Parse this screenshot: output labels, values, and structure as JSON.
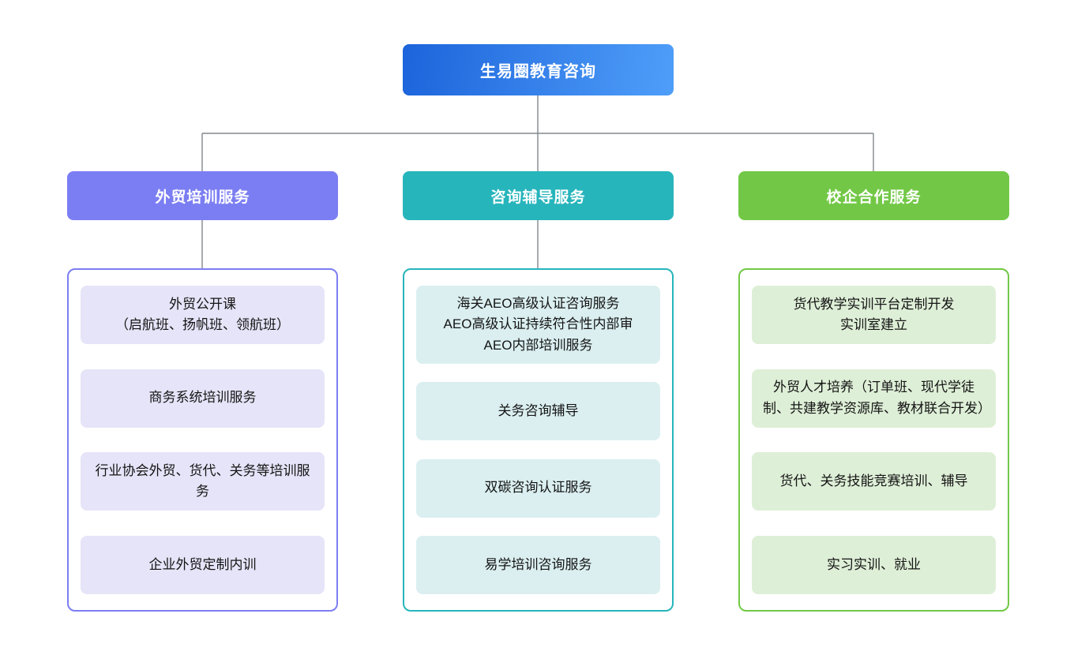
{
  "root": {
    "label": "生易圈教育咨询"
  },
  "branches": [
    {
      "label": "外贸培训服务",
      "items": [
        "外贸公开课\n（启航班、扬帆班、领航班）",
        "商务系统培训服务",
        "行业协会外贸、货代、关务等培训服务",
        "企业外贸定制内训"
      ]
    },
    {
      "label": "咨询辅导服务",
      "items": [
        "海关AEO高级认证咨询服务\nAEO高级认证持续符合性内部审\nAEO内部培训服务",
        "关务咨询辅导",
        "双碳咨询认证服务",
        "易学培训咨询服务"
      ]
    },
    {
      "label": "校企合作服务",
      "items": [
        "货代教学实训平台定制开发\n实训室建立",
        "外贸人才培养（订单班、现代学徒制、共建教学资源库、教材联合开发）",
        "货代、关务技能竞赛培训、辅导",
        "实习实训、就业"
      ]
    }
  ],
  "colors": {
    "connector": "#81888e",
    "root_grad_start": "#1c64db",
    "root_grad_end": "#4f9ef9",
    "branch1": "#7b7ef2",
    "branch1_fill": "#e6e4f8",
    "branch2": "#27b5bc",
    "branch2_fill": "#dbeff1",
    "branch3": "#72c846",
    "branch3_fill": "#deefd7"
  }
}
